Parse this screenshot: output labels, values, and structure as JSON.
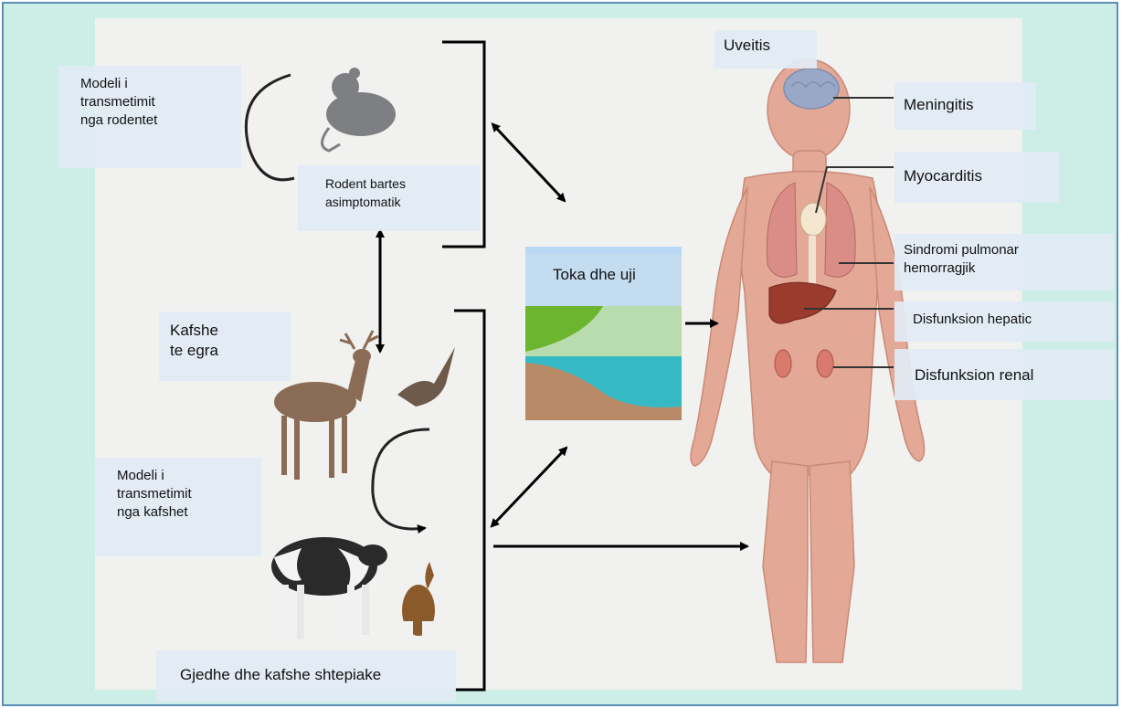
{
  "labels": {
    "uveitis": "Uveitis",
    "meningitis": "Meningitis",
    "myocarditis": "Myocarditis",
    "pulmonary_1": "Sindromi pulmonar",
    "pulmonary_2": "hemorragjik",
    "hepatic": "Disfunksion hepatic",
    "renal": "Disfunksion renal",
    "rodent_model_1": "Modeli i",
    "rodent_model_2": "transmetimit",
    "rodent_model_3": "nga rodentet",
    "rodent_carrier_1": "Rodent bartes",
    "rodent_carrier_2": "asimptomatik",
    "soil_water": "Toka dhe uji",
    "wild_1": "Kafshe",
    "wild_2": "te egra",
    "animal_model_1": "Modeli i",
    "animal_model_2": "transmetimit",
    "animal_model_3": "nga kafshet",
    "livestock": "Gjedhe dhe kafshe shtepiake"
  },
  "colors": {
    "frame_border": "#5c8fb8",
    "frame_bg": "#cdeee6",
    "label_bg": "#e2ebf5",
    "skin": "#e3a996",
    "grass": "#6cb52e",
    "water": "#35b9c4",
    "ground": "#b78966"
  },
  "icons": [
    "rodent-icon",
    "deer-icon",
    "bird-icon",
    "cow-icon",
    "dog-icon",
    "human-body-icon",
    "brain-icon",
    "heart-icon",
    "lungs-icon",
    "liver-icon",
    "kidney-icon"
  ]
}
